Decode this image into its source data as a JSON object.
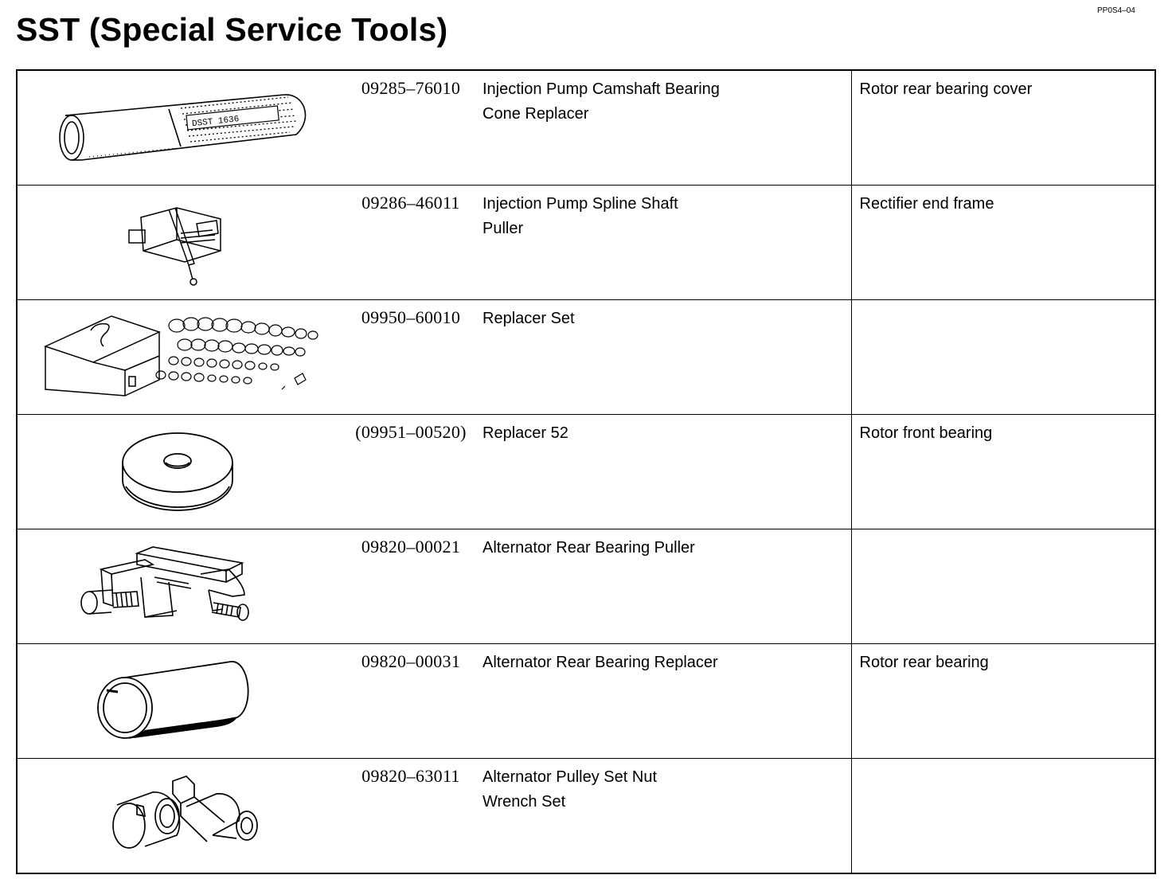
{
  "header": {
    "page_code": "PP0S4–04",
    "title": "SST (Special Service Tools)"
  },
  "tools": [
    {
      "illustration": "bearing-cone-replacer-icon",
      "part_no": "09285–76010",
      "name_line1": "Injection Pump Camshaft Bearing",
      "name_line2": "Cone Replacer",
      "use": "Rotor rear bearing cover",
      "illustration_text": "DSST 1636"
    },
    {
      "illustration": "spline-shaft-puller-icon",
      "part_no": "09286–46011",
      "name_line1": "Injection Pump Spline Shaft",
      "name_line2": "Puller",
      "use": "Rectifier end frame"
    },
    {
      "illustration": "replacer-set-icon",
      "part_no": "09950–60010",
      "name_line1": "Replacer Set",
      "name_line2": "",
      "use": ""
    },
    {
      "illustration": "replacer-52-icon",
      "part_no": "(09951–00520)",
      "name_line1": "Replacer 52",
      "name_line2": "",
      "use": "Rotor front bearing"
    },
    {
      "illustration": "rear-bearing-puller-icon",
      "part_no": "09820–00021",
      "name_line1": "Alternator Rear Bearing Puller",
      "name_line2": "",
      "use": ""
    },
    {
      "illustration": "rear-bearing-replacer-icon",
      "part_no": "09820–00031",
      "name_line1": "Alternator Rear Bearing Replacer",
      "name_line2": "",
      "use": "Rotor rear bearing"
    },
    {
      "illustration": "pulley-nut-wrench-set-icon",
      "part_no": "09820–63011",
      "name_line1": "Alternator Pulley Set Nut",
      "name_line2": "Wrench Set",
      "use": ""
    }
  ]
}
